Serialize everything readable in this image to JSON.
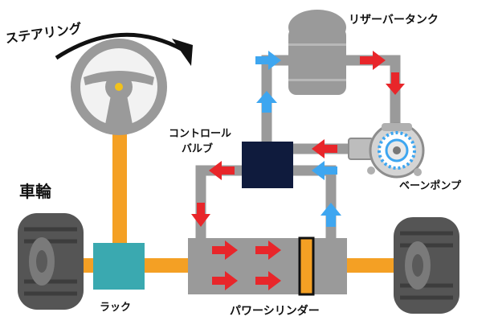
{
  "labels": {
    "steering": "ステアリング",
    "reservoir_tank": "リザーバータンク",
    "control_valve_line1": "コントロール",
    "control_valve_line2": "バルブ",
    "vane_pump": "ベーンポンプ",
    "wheel": "車輪",
    "rack": "ラック",
    "power_cylinder": "パワーシリンダー"
  },
  "colors": {
    "pipe": "#9a9a9a",
    "shaft": "#f4a024",
    "rack": "#3aa9b0",
    "valve": "#0f1b3d",
    "arrow_red": "#e8262a",
    "arrow_blue": "#3ea6f0",
    "tire": "#555555",
    "piston_fill": "#f4a024",
    "piston_border": "#111111"
  }
}
